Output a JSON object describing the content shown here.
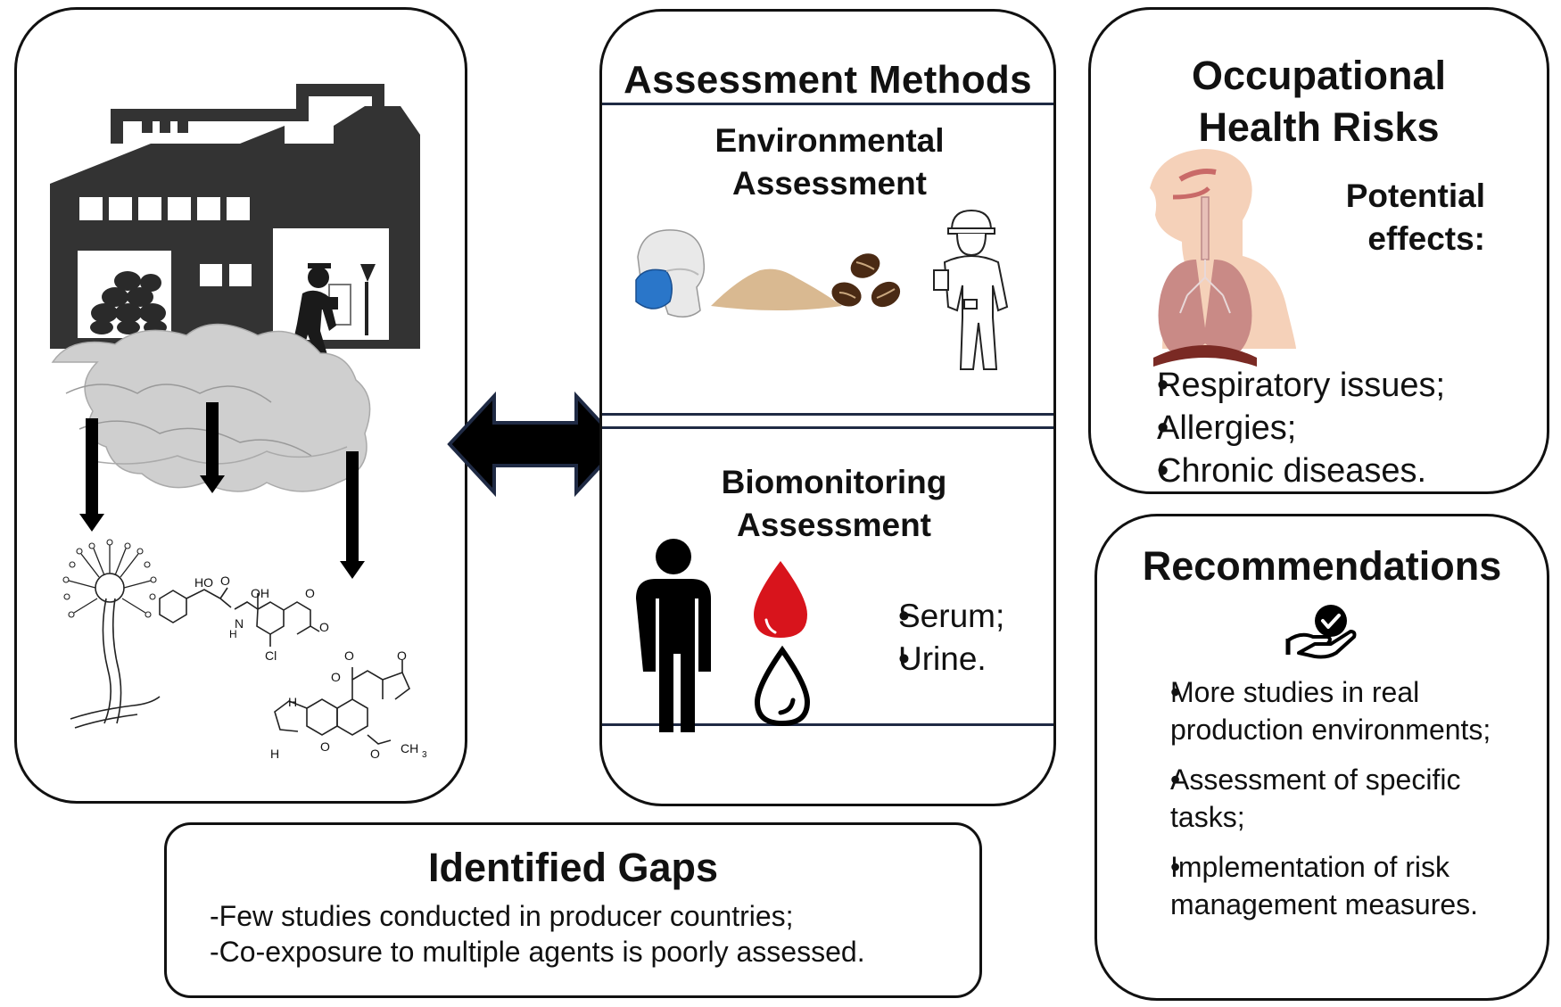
{
  "assessment": {
    "title": "Assessment Methods",
    "environmental_title": "Environmental Assessment",
    "biomonitoring_title": "Biomonitoring Assessment",
    "samples": [
      "Serum;",
      "Urine."
    ]
  },
  "health_risks": {
    "title": "Occupational Health Risks",
    "effects_label": "Potential effects:",
    "effects": [
      "Respiratory issues;",
      "Allergies;",
      "Chronic diseases."
    ]
  },
  "recommendations": {
    "title": "Recommendations",
    "items": [
      "More studies in real production environments;",
      "Assessment of specific tasks;",
      "Implementation of risk management measures."
    ]
  },
  "gaps": {
    "title": "Identified Gaps",
    "items": [
      "-Few studies conducted in producer countries;",
      "-Co-exposure to multiple agents is poorly assessed."
    ]
  },
  "chemistry": {
    "atoms_top": [
      "HO",
      "O",
      "OH",
      "O",
      "N",
      "H",
      "O",
      "Cl"
    ],
    "atoms_bottom": [
      "O",
      "O",
      "H",
      "O",
      "H",
      "O",
      "O",
      "CH",
      "3"
    ]
  },
  "colors": {
    "outline": "#111111",
    "navy_divider": "#1f2a44",
    "mask_blue": "#2a76c9",
    "blood_red": "#d8141c",
    "coffee_brown": "#4a2a14",
    "sawdust": "#d9b991",
    "skin": "#f3c9ad",
    "lung": "#c98a86",
    "factory": "#333333",
    "smoke": "#c9c9c9"
  }
}
